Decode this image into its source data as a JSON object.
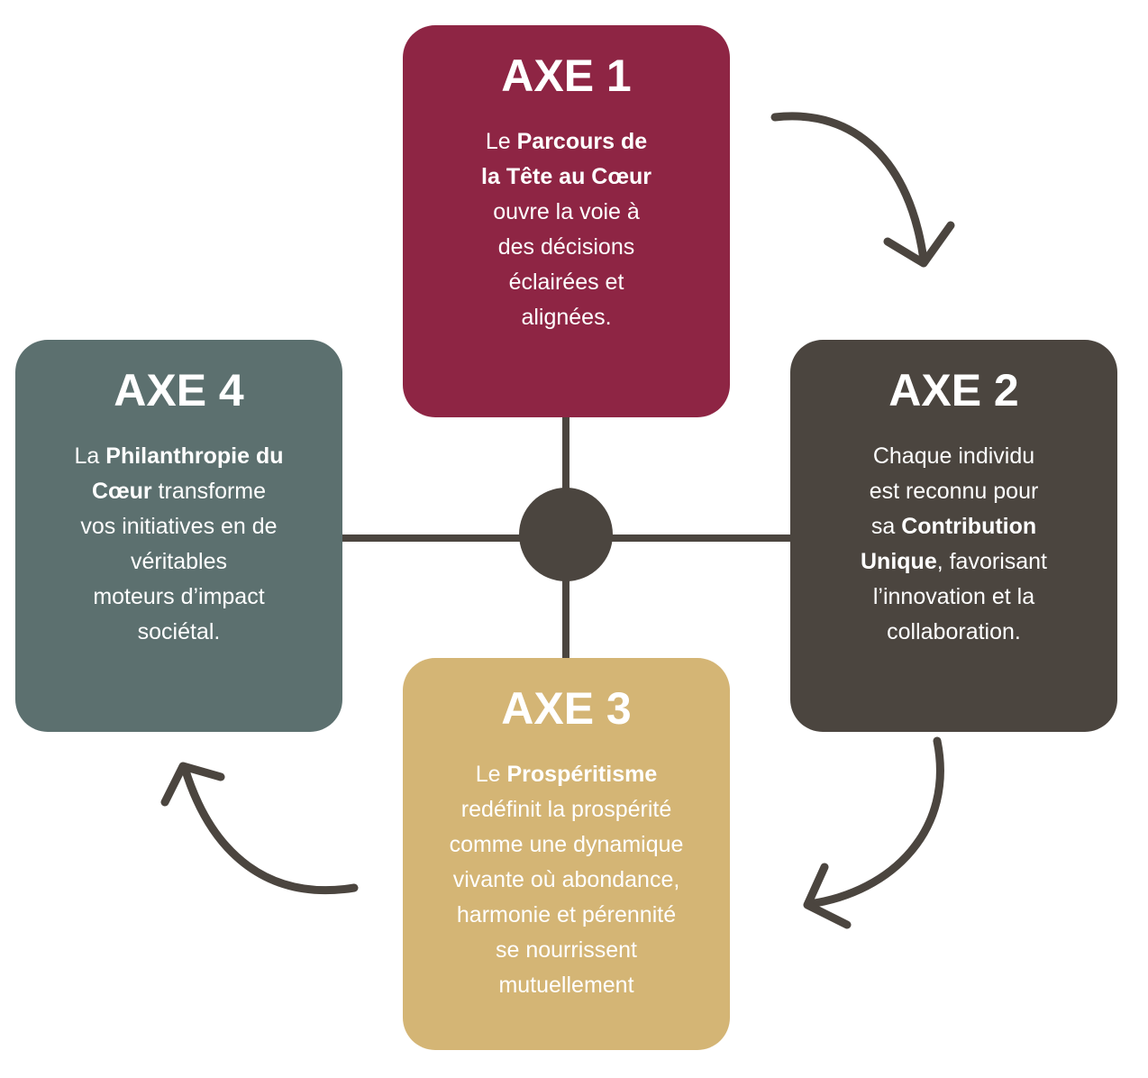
{
  "colors": {
    "axe1": "#8E2544",
    "axe2": "#4B453F",
    "axe3": "#D4B575",
    "axe4": "#5C706F",
    "connector": "#4B453F"
  },
  "axes": [
    {
      "id": "axe1",
      "title": "AXE 1",
      "lines": [
        [
          {
            "t": "Le ",
            "b": false
          },
          {
            "t": "Parcours de",
            "b": true
          }
        ],
        [
          {
            "t": "la Tête au Cœur",
            "b": true
          }
        ],
        [
          {
            "t": "ouvre la voie à",
            "b": false
          }
        ],
        [
          {
            "t": "des décisions",
            "b": false
          }
        ],
        [
          {
            "t": "éclairées et",
            "b": false
          }
        ],
        [
          {
            "t": "alignées.",
            "b": false
          }
        ]
      ]
    },
    {
      "id": "axe2",
      "title": "AXE 2",
      "lines": [
        [
          {
            "t": "Chaque individu",
            "b": false
          }
        ],
        [
          {
            "t": "est reconnu pour",
            "b": false
          }
        ],
        [
          {
            "t": "sa ",
            "b": false
          },
          {
            "t": "Contribution",
            "b": true
          }
        ],
        [
          {
            "t": "Unique",
            "b": true
          },
          {
            "t": ", favorisant",
            "b": false
          }
        ],
        [
          {
            "t": "l’innovation et la",
            "b": false
          }
        ],
        [
          {
            "t": "collaboration.",
            "b": false
          }
        ]
      ]
    },
    {
      "id": "axe3",
      "title": "AXE 3",
      "lines": [
        [
          {
            "t": "Le ",
            "b": false
          },
          {
            "t": "Prospéritisme",
            "b": true
          }
        ],
        [
          {
            "t": "redéfinit la prospérité",
            "b": false
          }
        ],
        [
          {
            "t": "comme une dynamique",
            "b": false
          }
        ],
        [
          {
            "t": "vivante où abondance,",
            "b": false
          }
        ],
        [
          {
            "t": "harmonie et pérennité",
            "b": false
          }
        ],
        [
          {
            "t": "se nourrissent",
            "b": false
          }
        ],
        [
          {
            "t": "mutuellement",
            "b": false
          }
        ]
      ]
    },
    {
      "id": "axe4",
      "title": "AXE 4",
      "lines": [
        [
          {
            "t": "La ",
            "b": false
          },
          {
            "t": "Philanthropie du",
            "b": true
          }
        ],
        [
          {
            "t": "Cœur",
            "b": true
          },
          {
            "t": " transforme",
            "b": false
          }
        ],
        [
          {
            "t": "vos initiatives en de",
            "b": false
          }
        ],
        [
          {
            "t": "véritables",
            "b": false
          }
        ],
        [
          {
            "t": "moteurs d’impact",
            "b": false
          }
        ],
        [
          {
            "t": "sociétal.",
            "b": false
          }
        ]
      ]
    }
  ]
}
